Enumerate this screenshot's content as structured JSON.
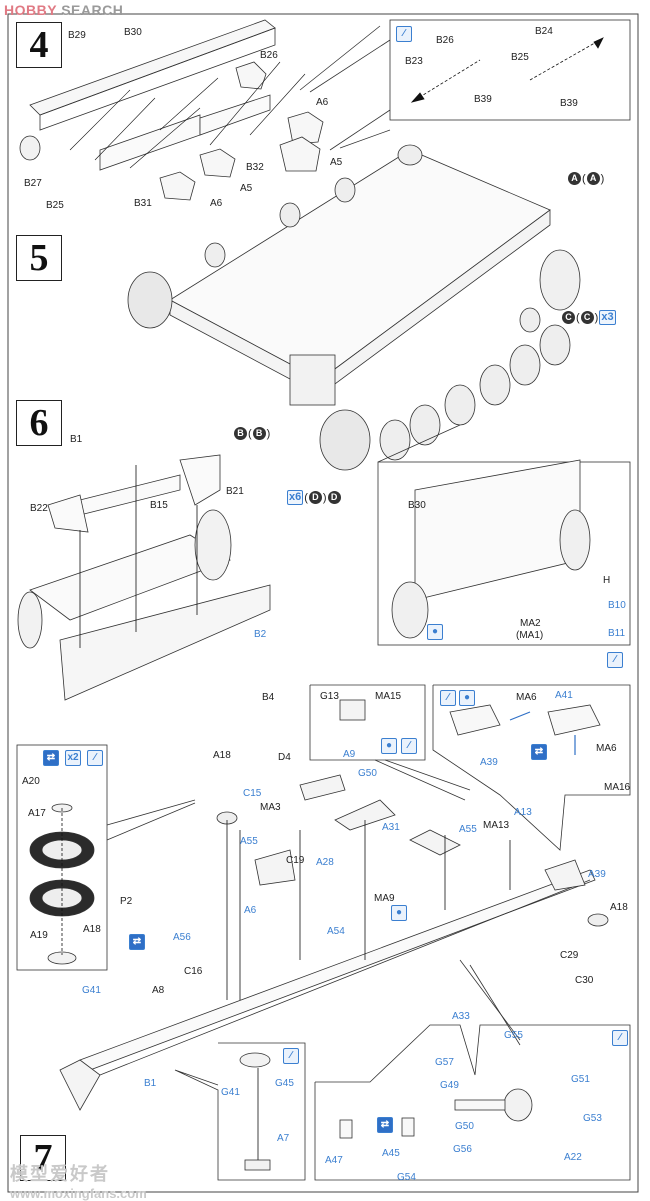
{
  "watermark": {
    "top_brand_left": "HOBBY",
    "top_brand_right": "SEARCH",
    "bottom_cn": "模型爱好者",
    "bottom_url": "www.moxingfans.com"
  },
  "colors": {
    "accent_blue": "#3b7fd0",
    "line": "#222222",
    "brand_pink": "#e07a84"
  },
  "steps": [
    {
      "number": "4"
    },
    {
      "number": "5"
    },
    {
      "number": "6"
    },
    {
      "number": "7"
    }
  ],
  "step4": {
    "labels": [
      "B29",
      "B30",
      "B26",
      "A6",
      "A5",
      "B32",
      "A5",
      "A6",
      "B31",
      "B25",
      "B27"
    ],
    "inset": {
      "icon": "paint-brush-icon",
      "labels": [
        "B26",
        "B23",
        "B39",
        "B24",
        "B25",
        "B39"
      ]
    }
  },
  "step5": {
    "runner_a": {
      "letter": "A",
      "paren": "A"
    },
    "runner_c": {
      "letter": "C",
      "paren": "C",
      "multiplier": "x3"
    },
    "runner_b": {
      "letter": "B",
      "paren": "B"
    },
    "runner_d": {
      "multiplier": "x6",
      "paren": "D",
      "letter": "D"
    }
  },
  "step6": {
    "labels": [
      "B1",
      "B21",
      "B22",
      "B15",
      "B2",
      "B4"
    ],
    "inset": {
      "labels": [
        "B30",
        "H",
        "B10",
        "MA2",
        "(MA1)",
        "B11"
      ],
      "icons": [
        "cement-drop-icon",
        "paint-brush-icon"
      ]
    }
  },
  "step7": {
    "wheel_inset": {
      "icons": [
        "rotate-icon",
        "x2",
        "paint-brush-icon"
      ],
      "labels": [
        "A20",
        "A17",
        "A19",
        "A18"
      ]
    },
    "labels_black": [
      "A18",
      "D4",
      "MA3",
      "C19",
      "P2",
      "A8",
      "C16",
      "MA9",
      "MA13",
      "A18",
      "C29",
      "C30"
    ],
    "labels_blue": [
      "C15",
      "A55",
      "A28",
      "A6",
      "A56",
      "G50",
      "A31",
      "A55",
      "A13",
      "A54",
      "A39",
      "G41",
      "A33",
      "B1"
    ],
    "inset_g13": {
      "labels": [
        "G13",
        "MA15",
        "A9"
      ],
      "icons": [
        "cement-drop-icon",
        "paint-brush-icon"
      ]
    },
    "inset_a39": {
      "labels": [
        "MA6",
        "A41",
        "A39",
        "MA6",
        "MA16"
      ],
      "icons": [
        "paint-brush-icon",
        "cement-drop-icon",
        "rotate-icon"
      ]
    },
    "inset_g41": {
      "labels": [
        "G41",
        "G45",
        "A7"
      ],
      "icons": [
        "paint-brush-icon"
      ]
    },
    "inset_g55": {
      "labels": [
        "G55",
        "G57",
        "G49",
        "G51",
        "G50",
        "G53",
        "A47",
        "A45",
        "G54",
        "G56",
        "A22"
      ],
      "icons": [
        "rotate-icon",
        "paint-brush-icon"
      ]
    }
  }
}
